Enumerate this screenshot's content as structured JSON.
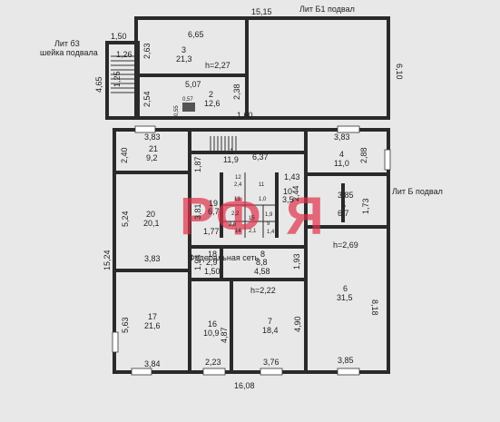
{
  "labels": {
    "lit_b1": "Лит Б1 подвал",
    "lit_b3_line1": "Лит б3",
    "lit_b3_line2": "шейка подвала",
    "lit_b": "Лит Б подвал",
    "dim_top": "15,15",
    "dim_bottom": "16,08",
    "dim_left_upper": "4,65",
    "dim_left_lower": "15,24",
    "dim_right_upper": "6,10",
    "watermark_word": "Федеральная сеть"
  },
  "rooms": {
    "r3": {
      "num": "3",
      "area": "21,3",
      "height": "h=2,27",
      "dim_a": "6,65",
      "dim_b": "2,63"
    },
    "r2": {
      "num": "2",
      "area": "12,6",
      "dim_a": "5,07",
      "dim_b": "2,54",
      "dim_c": "2,38",
      "dim_d": "1,60",
      "dim_e": "0,55",
      "dim_f": "0,57"
    },
    "stair_ext": {
      "dim_a": "1,50",
      "dim_b": "1,26",
      "dim_c": "1,25"
    },
    "r21": {
      "num": "21",
      "area": "9,2",
      "dim_a": "3,83",
      "dim_b": "2,40"
    },
    "r1": {
      "num": "1",
      "area": "11,9",
      "dim_a": "1,87",
      "dim_b": "6,37"
    },
    "r4": {
      "num": "4",
      "area": "11,0",
      "dim_a": "3,83",
      "dim_b": "2,88"
    },
    "r5": {
      "num": "5",
      "area": "6,7",
      "dim_a": "3,85",
      "dim_b": "1,73"
    },
    "r20": {
      "num": "20",
      "area": "20,1",
      "dim_a": "5,24",
      "dim_b": "3,83"
    },
    "r19": {
      "num": "19",
      "area": "6,7",
      "dim_a": "3,81",
      "dim_b": "1,77"
    },
    "r10": {
      "num": "10",
      "area": "3,5",
      "dim_a": "1,43",
      "dim_b": "2,44"
    },
    "small": {
      "a": "12",
      "b": "2,4",
      "c": "11",
      "d": "13",
      "e": "1,0",
      "f": "2,2",
      "g": "15",
      "h": "14",
      "i": "2,1",
      "j": "2,6",
      "k": "1,9",
      "l": "9",
      "m": "1,4"
    },
    "r18": {
      "num": "18",
      "area": "2,9",
      "dim_a": "1,94",
      "dim_b": "1,50"
    },
    "r8": {
      "num": "8",
      "area": "8,8",
      "dim_a": "4,58",
      "dim_b": "1,93"
    },
    "r6": {
      "num": "6",
      "area": "31,5",
      "height": "h=2,69",
      "dim_a": "8,18",
      "dim_b": "3,85"
    },
    "r17": {
      "num": "17",
      "area": "21,6",
      "dim_a": "5,63",
      "dim_b": "3,84"
    },
    "r16": {
      "num": "16",
      "area": "10,9",
      "dim_a": "4,87",
      "dim_b": "2,23"
    },
    "r7": {
      "num": "7",
      "area": "18,4",
      "height": "h=2,22",
      "dim_a": "4,90",
      "dim_b": "3,76"
    }
  }
}
